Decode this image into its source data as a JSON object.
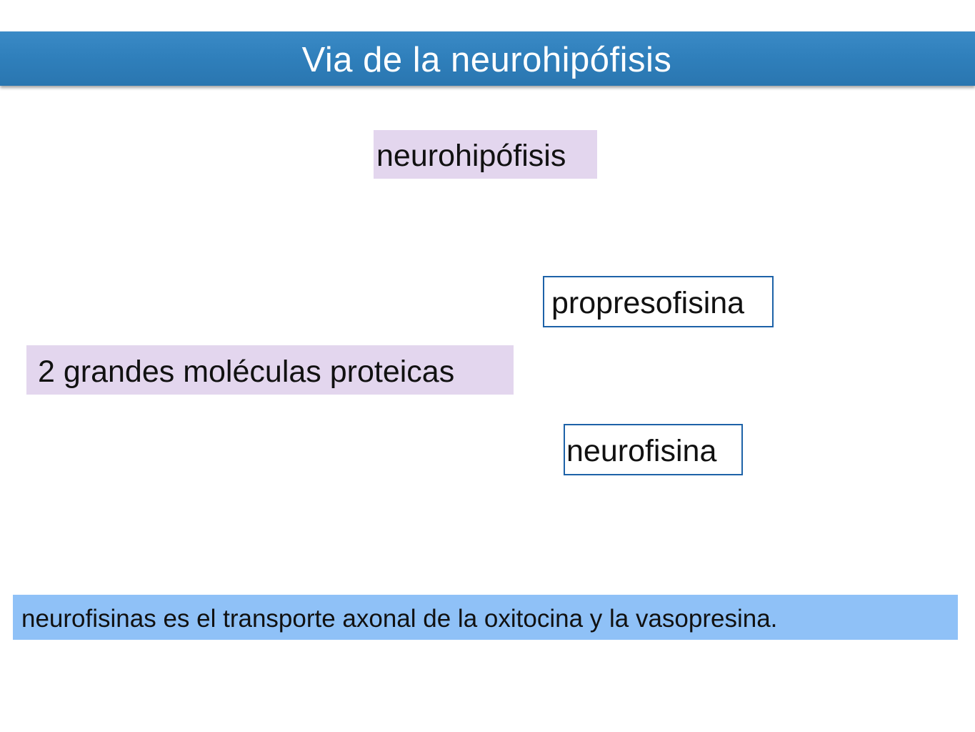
{
  "slide": {
    "title": "Via de la neurohipófisis",
    "boxes": {
      "neurohipofisis": "neurohipófisis",
      "propresofisina": "propresofisina",
      "moleculas": "2 grandes moléculas proteicas",
      "neurofisina": "neurofisina",
      "transporte": "neurofisinas es el transporte axonal de la oxitocina y la vasopresina."
    },
    "colors": {
      "title_bar": "#2f7fbb",
      "lavender_fill": "#e3d6ee",
      "outline": "#1d62a8",
      "blue_fill": "#8fc1f7"
    }
  }
}
